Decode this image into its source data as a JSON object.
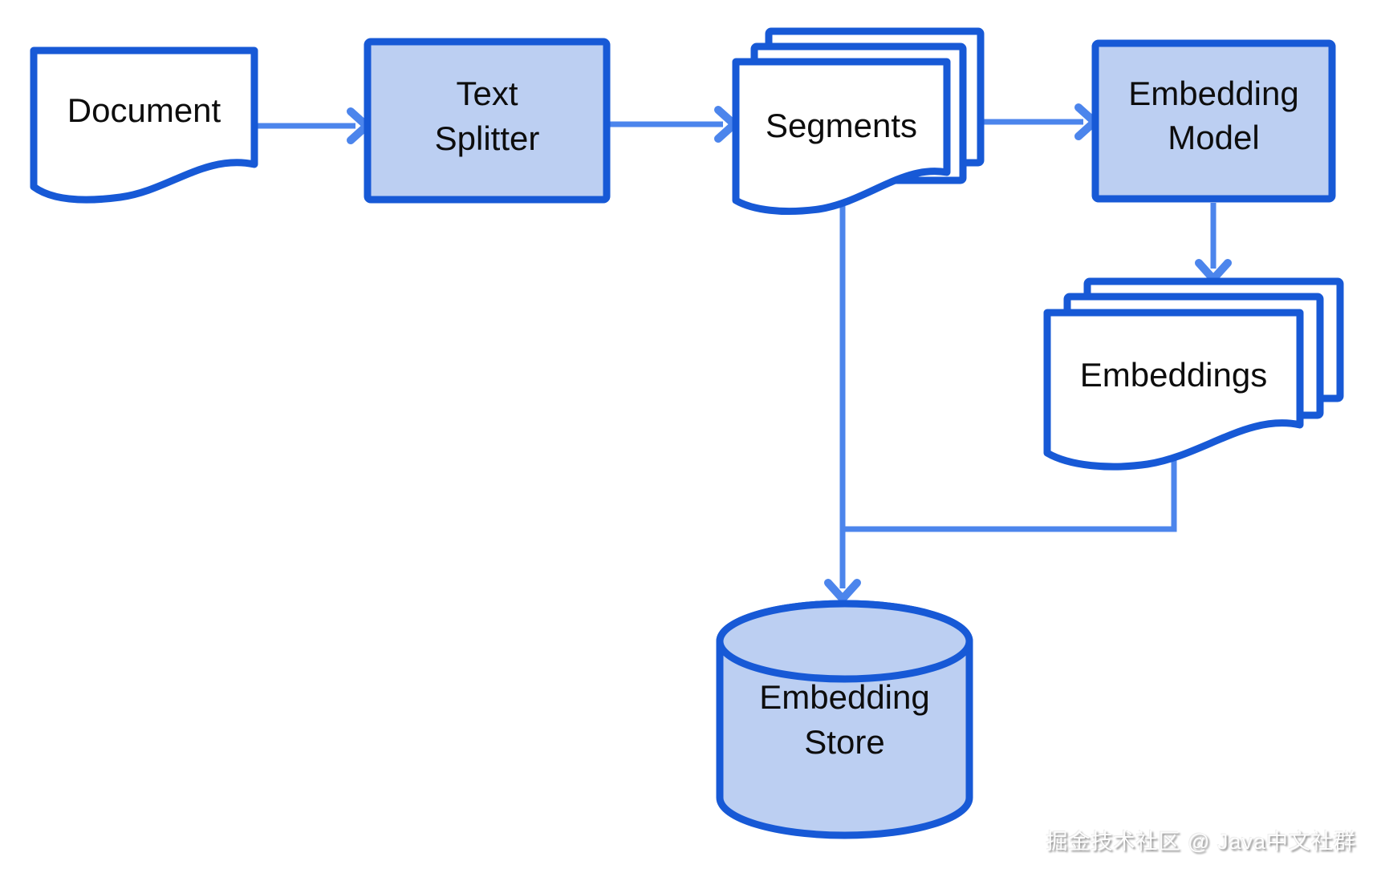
{
  "nodes": {
    "document": {
      "label": "Document",
      "shape": "document"
    },
    "text_splitter": {
      "label": "Text\nSplitter",
      "shape": "process"
    },
    "segments": {
      "label": "Segments",
      "shape": "multi-document"
    },
    "embedding_model": {
      "label": "Embedding\nModel",
      "shape": "process"
    },
    "embeddings": {
      "label": "Embeddings",
      "shape": "multi-document"
    },
    "embedding_store": {
      "label": "Embedding\nStore",
      "shape": "database"
    }
  },
  "edges": [
    {
      "from": "Document",
      "to": "Text Splitter"
    },
    {
      "from": "Text Splitter",
      "to": "Segments"
    },
    {
      "from": "Segments",
      "to": "Embedding Model"
    },
    {
      "from": "Embedding Model",
      "to": "Embeddings"
    },
    {
      "from": "Segments",
      "to": "Embedding Store"
    },
    {
      "from": "Embeddings",
      "to": "Embedding Store"
    }
  ],
  "theme": {
    "shape_border": "#1759d6",
    "shape_fill": "#bccff2",
    "arrow": "#4c85ec",
    "text": "#0d0d0d"
  },
  "watermark": {
    "text": "掘金技术社区 @ Java中文社群"
  }
}
